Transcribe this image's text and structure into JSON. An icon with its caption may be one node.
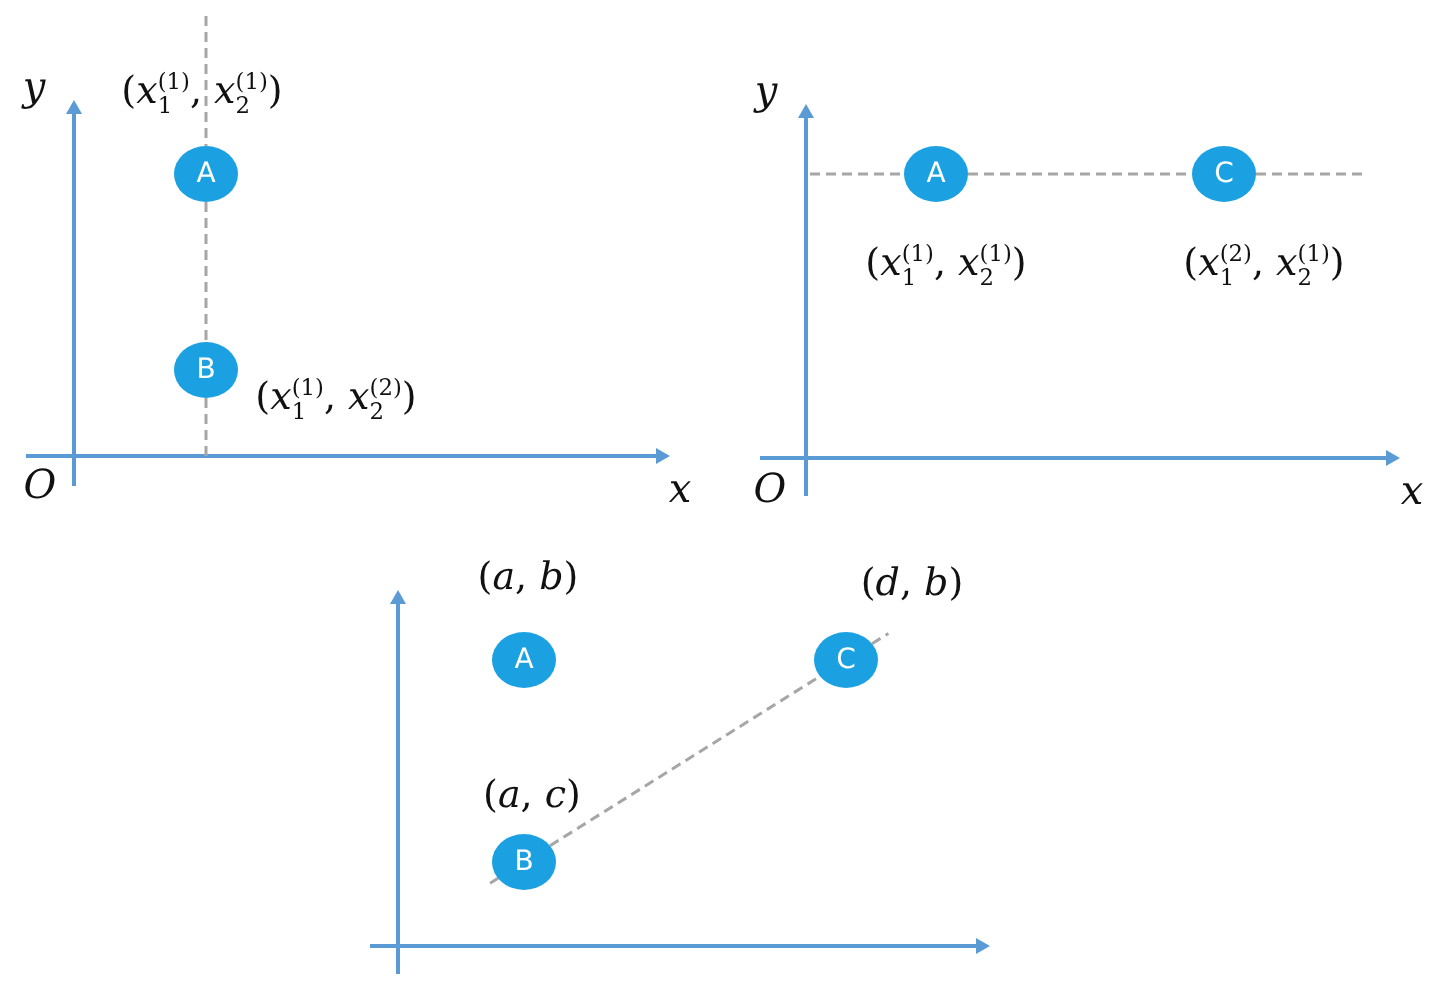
{
  "diagram": {
    "nodes": [
      {
        "text": [
          "A"
        ],
        "beside": [
          "(*x*$_{1}$$^{(1)}$, *x*$_{2}$$^{(1)}$)"
        ]
      },
      {
        "text": [
          "B"
        ],
        "beside": [
          "(*x*$_{1}$$^{(1)}$, *x*$_{2}$$^{(2)}$)"
        ]
      },
      {
        "text": [
          "A"
        ],
        "beside": [
          "(*x*$_{1}$$^{(1)}$, *x*$_{2}$$^{(1)}$)"
        ]
      },
      {
        "text": [
          "C"
        ],
        "beside": [
          "(*x*$_{1}$$^{(2)}$, *x*$_{2}$$^{(1)}$)"
        ]
      },
      {
        "text": [
          "A"
        ],
        "beside": [
          "(*a*, *b*)"
        ]
      },
      {
        "text": [
          "B"
        ],
        "beside": [
          "(*a*, *c*)"
        ]
      },
      {
        "text": [
          "C"
        ],
        "beside": [
          "(*d*, *b*)"
        ]
      }
    ],
    "edges": [
      {
        "from": 0,
        "to": 1,
        "arrow": "none",
        "style": "dashed"
      },
      {
        "from": 2,
        "to": 3,
        "arrow": "none",
        "style": "dashed"
      },
      {
        "from": 5,
        "to": 6,
        "arrow": "none",
        "style": "dashed"
      }
    ],
    "labels": [
      "y",
      "O",
      "x",
      "y",
      "O",
      "x"
    ]
  }
}
